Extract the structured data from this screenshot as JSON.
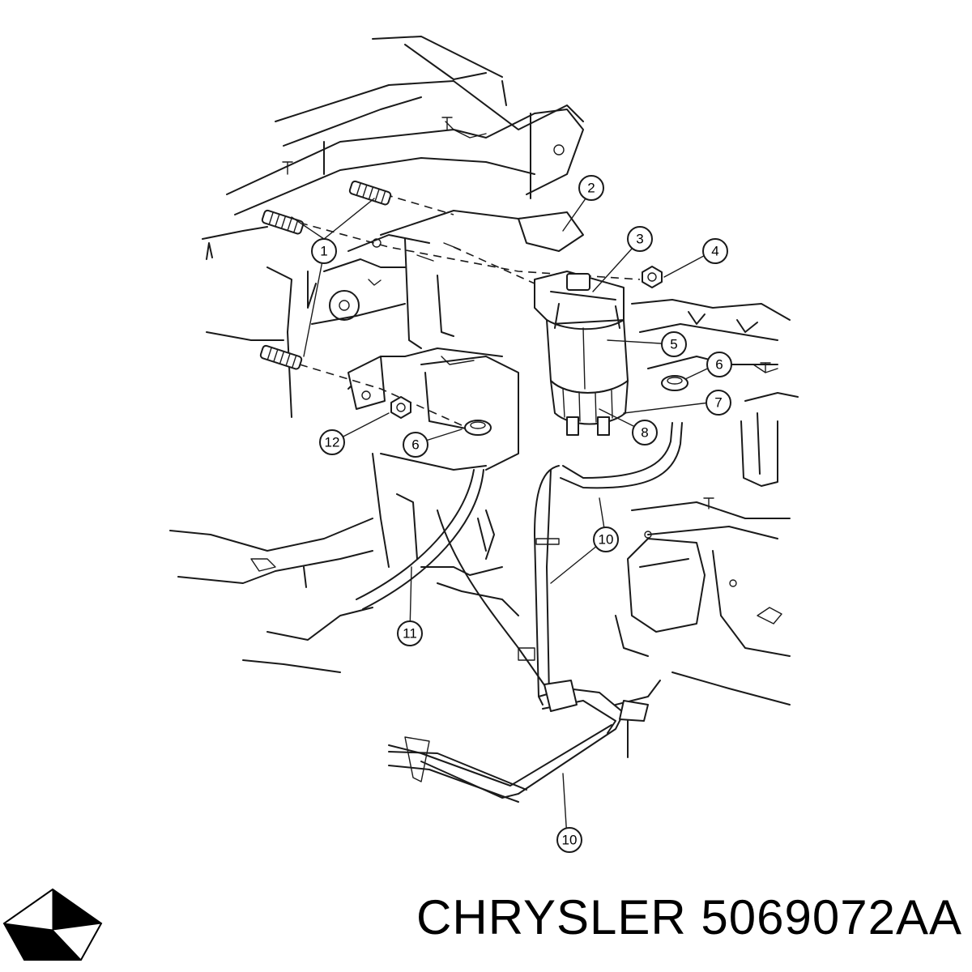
{
  "callouts": [
    "1",
    "2",
    "3",
    "4",
    "5",
    "6",
    "7",
    "8",
    "12",
    "6",
    "10",
    "11",
    "10"
  ],
  "footer": {
    "brand": "CHRYSLER",
    "part_number": "5069072AA",
    "logo_icon": "chrysler-pentastar-icon"
  }
}
